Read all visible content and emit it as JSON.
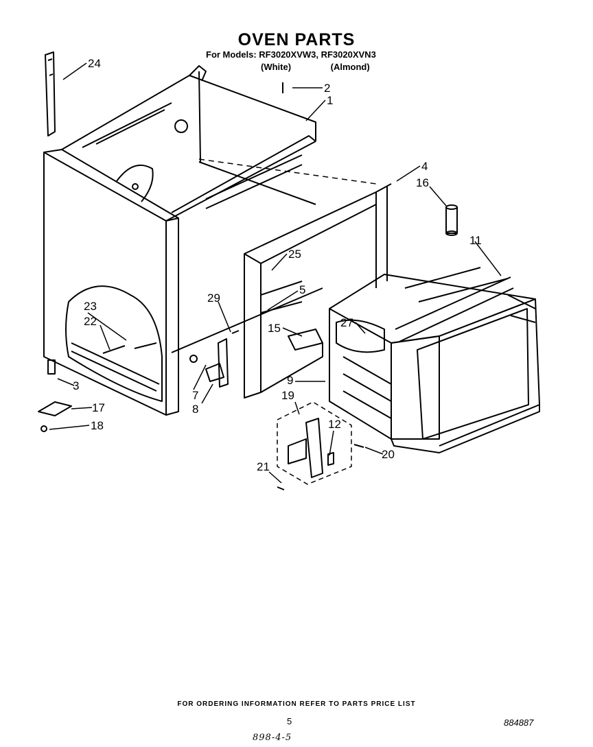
{
  "header": {
    "title": "OVEN PARTS",
    "models_line": "For Models: RF3020XVW3, RF3020XVN3",
    "variant_white": "(White)",
    "variant_almond": "(Almond)"
  },
  "callouts": {
    "c1": "1",
    "c2": "2",
    "c3": "3",
    "c4": "4",
    "c5": "5",
    "c7": "7",
    "c8": "8",
    "c9": "9",
    "c11": "11",
    "c12": "12",
    "c15": "15",
    "c16": "16",
    "c17": "17",
    "c18": "18",
    "c19": "19",
    "c20": "20",
    "c21": "21",
    "c22": "22",
    "c23": "23",
    "c24": "24",
    "c25": "25",
    "c27": "27",
    "c29": "29"
  },
  "footer": {
    "ordering_note": "FOR ORDERING INFORMATION REFER TO PARTS PRICE LIST",
    "page_number": "5",
    "doc_number": "884887",
    "handwritten_note": "898-4-5"
  }
}
